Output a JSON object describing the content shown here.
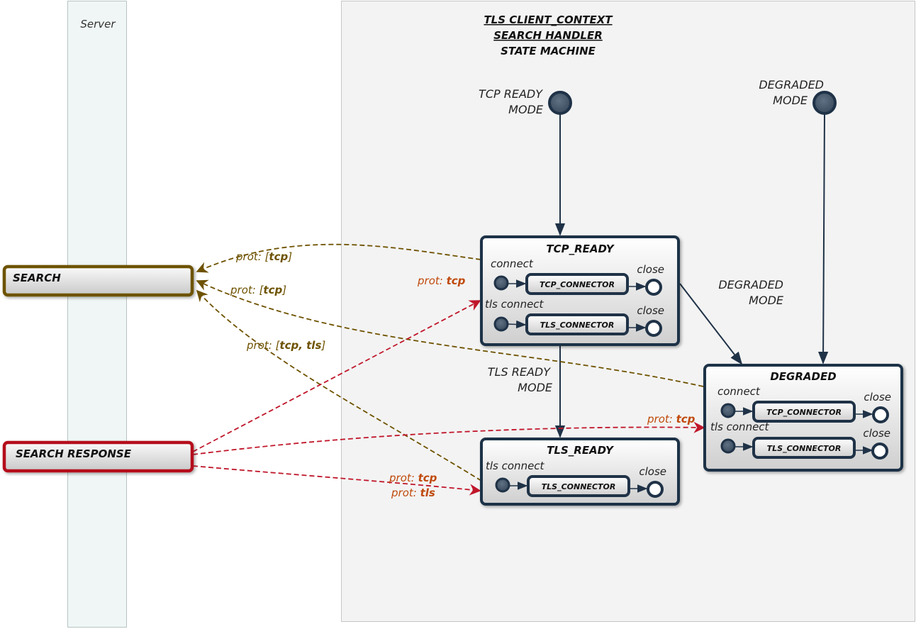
{
  "lanes": {
    "server": "Server"
  },
  "title": [
    "TLS CLIENT_CONTEXT",
    "SEARCH HANDLER",
    "STATE MACHINE"
  ],
  "initial_states": {
    "tcp_ready_mode": [
      "TCP READY",
      "MODE"
    ],
    "degraded_mode": [
      "DEGRADED",
      "MODE"
    ]
  },
  "transitions": {
    "degraded_mode": [
      "DEGRADED",
      "MODE"
    ],
    "tls_ready_mode": [
      "TLS READY",
      "MODE"
    ]
  },
  "messages": {
    "search": "SEARCH",
    "search_response": "SEARCH RESPONSE"
  },
  "states": {
    "tcp_ready": {
      "title": "TCP_READY",
      "connect": "connect",
      "tcp_connector": "TCP_CONNECTOR",
      "close_1": "close",
      "tls_connect": "tls connect",
      "tls_connector": "TLS_CONNECTOR",
      "close_2": "close"
    },
    "tls_ready": {
      "title": "TLS_READY",
      "tls_connect": "tls connect",
      "tls_connector": "TLS_CONNECTOR",
      "close": "close"
    },
    "degraded": {
      "title": "DEGRADED",
      "connect": "connect",
      "tcp_connector": "TCP_CONNECTOR",
      "close_1": "close",
      "tls_connect": "tls connect",
      "tls_connector": "TLS_CONNECTOR",
      "close_2": "close"
    }
  },
  "edge_labels": {
    "search_tcp_ready": {
      "prefix": "prot: [",
      "value": "tcp",
      "suffix": "]"
    },
    "search_degraded": {
      "prefix": "prot: [",
      "value": "tcp",
      "suffix": "]"
    },
    "search_tls_ready": {
      "prefix": "prot: [",
      "value": "tcp, tls",
      "suffix": "]"
    },
    "response_tcp_ready": {
      "prefix": "prot: ",
      "value": "tcp"
    },
    "response_degraded": {
      "prefix": "prot: ",
      "value": "tcp"
    },
    "response_tls_ready_1": {
      "prefix": "prot: ",
      "value": "tcp"
    },
    "response_tls_ready_2": {
      "prefix": "prot: ",
      "value": "tls"
    }
  },
  "colors": {
    "state_border": "#1f3247",
    "search_border": "#6e5200",
    "search_edge": "#6e5200",
    "response_border": "#b5101d",
    "response_edge": "#c0162a",
    "response_label": "#c04a0c",
    "search_label": "#6e5200",
    "arrow": "#1f3247"
  }
}
